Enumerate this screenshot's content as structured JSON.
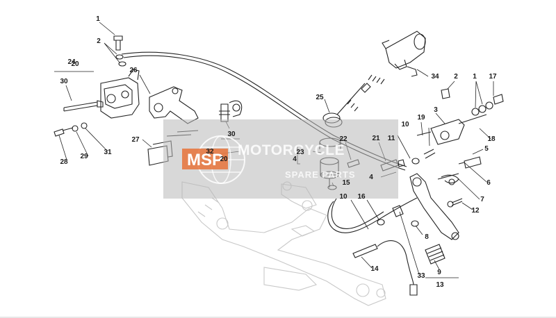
{
  "diagram": {
    "callouts": [
      "1",
      "2",
      "20",
      "24",
      "30",
      "26",
      "25",
      "34",
      "2",
      "1",
      "17",
      "3",
      "18",
      "19",
      "10",
      "11",
      "21",
      "22",
      "23",
      "4",
      "15",
      "4",
      "5",
      "6",
      "7",
      "12",
      "16",
      "10",
      "8",
      "9",
      "13",
      "14",
      "33",
      "27",
      "28",
      "29",
      "31",
      "30",
      "32",
      "20"
    ]
  },
  "watermark": {
    "logo_text": "MSP",
    "brand_line": "MOTORCYCLE",
    "sub_line": "SPARE PARTS"
  },
  "colors": {
    "watermark_panel": "#b8b8b8",
    "watermark_logo": "#e8733a",
    "line": "#222222",
    "ghost_line": "#c8c8c8"
  }
}
